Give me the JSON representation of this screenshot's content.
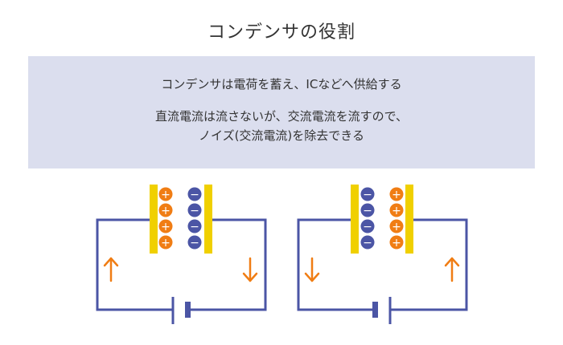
{
  "title": "コンデンサの役割",
  "info": {
    "line1": "コンデンサは電荷を蓄え、ICなどへ供給する",
    "line2a": "直流電流は流さないが、交流電流を流すので、",
    "line2b": "ノイズ(交流電流)を除去できる"
  },
  "colors": {
    "wire": "#4b55a5",
    "plate": "#f0d000",
    "positive": "#f07d14",
    "negative": "#4b55a5",
    "arrow": "#f07d14",
    "box": "#dbdeee"
  },
  "circuits": [
    {
      "left_column_charge": "positive",
      "right_column_charge": "negative",
      "left_arrow": "up",
      "right_arrow": "down",
      "charges_per_column": 4
    },
    {
      "left_column_charge": "negative",
      "right_column_charge": "positive",
      "left_arrow": "down",
      "right_arrow": "up",
      "charges_per_column": 4
    }
  ],
  "symbols": {
    "plus": "+",
    "minus": "−",
    "up": "↑",
    "down": "↓"
  }
}
